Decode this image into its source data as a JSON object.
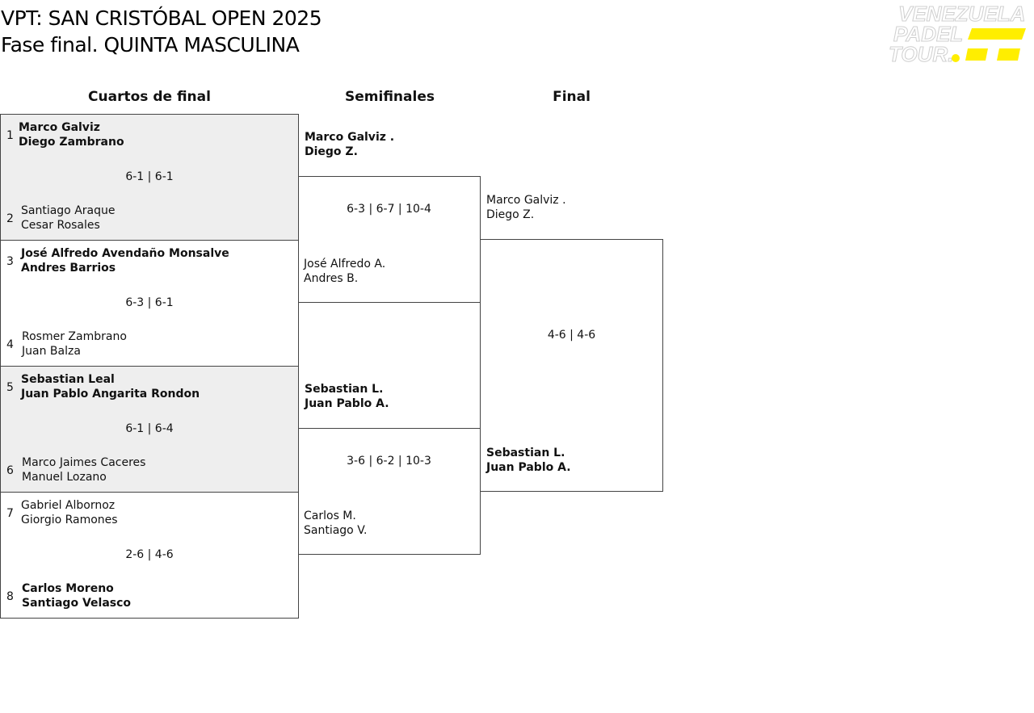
{
  "header": {
    "title": "VPT: SAN CRISTÓBAL OPEN 2025",
    "subtitle": "Fase final. QUINTA MASCULINA",
    "logo_text": [
      "VENEZUELA",
      "PADEL",
      "TOUR."
    ],
    "logo_color": "#ffee00"
  },
  "rounds": {
    "quarterfinals": "Cuartos de final",
    "semifinals": "Semifinales",
    "final": "Final"
  },
  "quarterfinals": [
    {
      "top": {
        "seed": "1",
        "p1": "Marco Galviz",
        "p2": "Diego Zambrano",
        "winner": true
      },
      "score": "6-1 | 6-1",
      "bottom": {
        "seed": "2",
        "p1": "Santiago Araque",
        "p2": "Cesar Rosales",
        "winner": false
      }
    },
    {
      "top": {
        "seed": "3",
        "p1": "José Alfredo Avendaño Monsalve",
        "p2": "Andres Barrios",
        "winner": true
      },
      "score": "6-3 | 6-1",
      "bottom": {
        "seed": "4",
        "p1": "Rosmer Zambrano",
        "p2": "Juan Balza",
        "winner": false
      }
    },
    {
      "top": {
        "seed": "5",
        "p1": "Sebastian Leal",
        "p2": "Juan Pablo Angarita Rondon",
        "winner": true
      },
      "score": "6-1 | 6-4",
      "bottom": {
        "seed": "6",
        "p1": "Marco Jaimes Caceres",
        "p2": "Manuel Lozano",
        "winner": false
      }
    },
    {
      "top": {
        "seed": "7",
        "p1": "Gabriel Albornoz",
        "p2": "Giorgio Ramones",
        "winner": false
      },
      "score": "2-6 | 4-6",
      "bottom": {
        "seed": "8",
        "p1": "Carlos Moreno",
        "p2": "Santiago Velasco",
        "winner": true
      }
    }
  ],
  "semifinals": [
    {
      "top": {
        "p1": "Marco Galviz .",
        "p2": "Diego Z.",
        "winner": true
      },
      "score": "6-3 | 6-7 | 10-4",
      "bottom": {
        "p1": "José Alfredo A.",
        "p2": "Andres B.",
        "winner": false
      }
    },
    {
      "top": {
        "p1": "Sebastian L.",
        "p2": "Juan Pablo A.",
        "winner": true
      },
      "score": "3-6 | 6-2 | 10-3",
      "bottom": {
        "p1": "Carlos M.",
        "p2": "Santiago V.",
        "winner": false
      }
    }
  ],
  "final": {
    "top": {
      "p1": "Marco Galviz .",
      "p2": "Diego Z.",
      "winner": false
    },
    "score": "4-6 | 4-6",
    "bottom": {
      "p1": "Sebastian L.",
      "p2": "Juan Pablo A.",
      "winner": true
    }
  }
}
